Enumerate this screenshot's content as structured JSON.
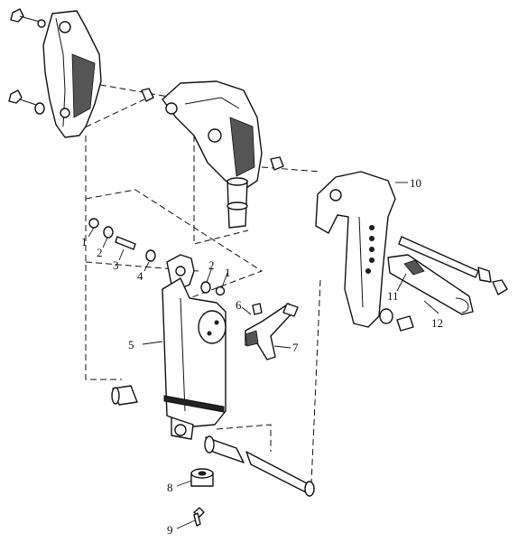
{
  "callouts": [
    {
      "id": "c1a",
      "text": "1"
    },
    {
      "id": "c2a",
      "text": "2"
    },
    {
      "id": "c3",
      "text": "3"
    },
    {
      "id": "c4",
      "text": "4"
    },
    {
      "id": "c2b",
      "text": "2"
    },
    {
      "id": "c1b",
      "text": "1"
    },
    {
      "id": "c6",
      "text": "6"
    },
    {
      "id": "c5",
      "text": "5"
    },
    {
      "id": "c7",
      "text": "7"
    },
    {
      "id": "c8",
      "text": "8"
    },
    {
      "id": "c9",
      "text": "9"
    },
    {
      "id": "c10",
      "text": "10"
    },
    {
      "id": "c11",
      "text": "11"
    },
    {
      "id": "c12",
      "text": "12"
    }
  ]
}
